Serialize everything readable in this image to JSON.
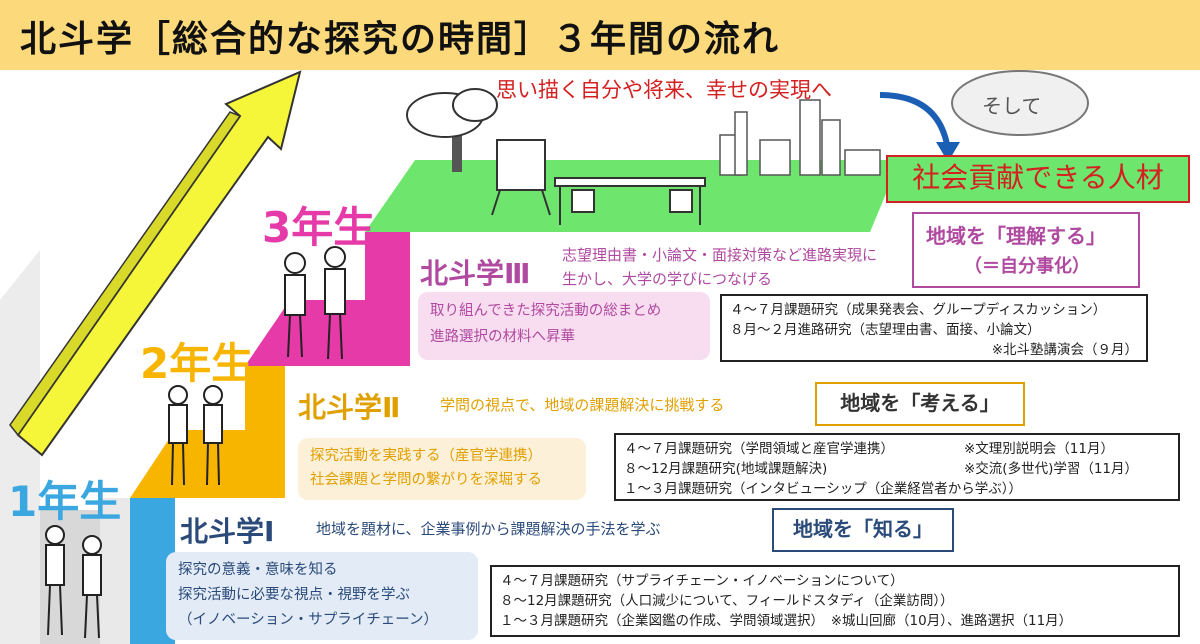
{
  "title": "北斗学［総合的な探究の時間］３年間の流れ",
  "top_message": "思い描く自分や将来、幸せの実現へ",
  "soshite": "そして",
  "outcome": "社会貢献できる人材",
  "grades": {
    "year3": {
      "year_label": "3年生",
      "course": "北斗学Ⅲ",
      "desc_line1": "志望理由書・小論文・面接対策など進路実現に",
      "desc_line2": "生かし、大学の学びにつなげる",
      "goal_line1": "地域を「理解する」",
      "goal_line2": "（＝自分事化）",
      "summary_line1": "取り組んできた探究活動の総まとめ",
      "summary_line2": "進路選択の材料へ昇華",
      "schedule": [
        "４～７月課題研究（成果発表会、グループディスカッション）",
        "８月～２月進路研究（志望理由書、面接、小論文）",
        "※北斗塾講演会（９月）"
      ]
    },
    "year2": {
      "year_label": "2年生",
      "course": "北斗学Ⅱ",
      "desc": "学問の視点で、地域の課題解決に挑戦する",
      "goal": "地域を「考える」",
      "summary_line1": "探究活動を実践する（産官学連携）",
      "summary_line2": "社会課題と学問の繋がりを深堀する",
      "schedule": [
        {
          "left": "４～７月課題研究（学問領域と産官学連携）",
          "right": "※文理別説明会（11月）"
        },
        {
          "left": "８～12月課題研究(地域課題解決)",
          "right": "※交流(多世代)学習（11月）"
        },
        {
          "left": "１～３月課題研究（インタビューシップ（企業経営者から学ぶ））",
          "right": ""
        }
      ]
    },
    "year1": {
      "year_label": "1年生",
      "course": "北斗学Ⅰ",
      "desc": "地域を題材に、企業事例から課題解決の手法を学ぶ",
      "goal": "地域を「知る」",
      "summary_line1": "探究の意義・意味を知る",
      "summary_line2": "探究活動に必要な視点・視野を学ぶ",
      "summary_line3": "（イノベーション・サプライチェーン）",
      "schedule": [
        "４～７月課題研究（サプライチェーン・イノベーションについて）",
        "８～12月課題研究（人口減少について、フィールドスタディ（企業訪問））",
        "１～３月課題研究（企業図鑑の作成、学問領域選択）　※城山回廊（10月）、進路選択（11月）"
      ]
    }
  },
  "colors": {
    "title_bg": "#fcd97a",
    "year1": "#3ba7e0",
    "year2": "#f7b500",
    "year3": "#e63aa8",
    "course_purple": "#b04aa0",
    "course_gold": "#e0a000",
    "course_navy": "#2a4a7a",
    "top_green": "#6ee66e",
    "arrow_yellow": "#f5f53a",
    "red_text": "#d42020"
  }
}
